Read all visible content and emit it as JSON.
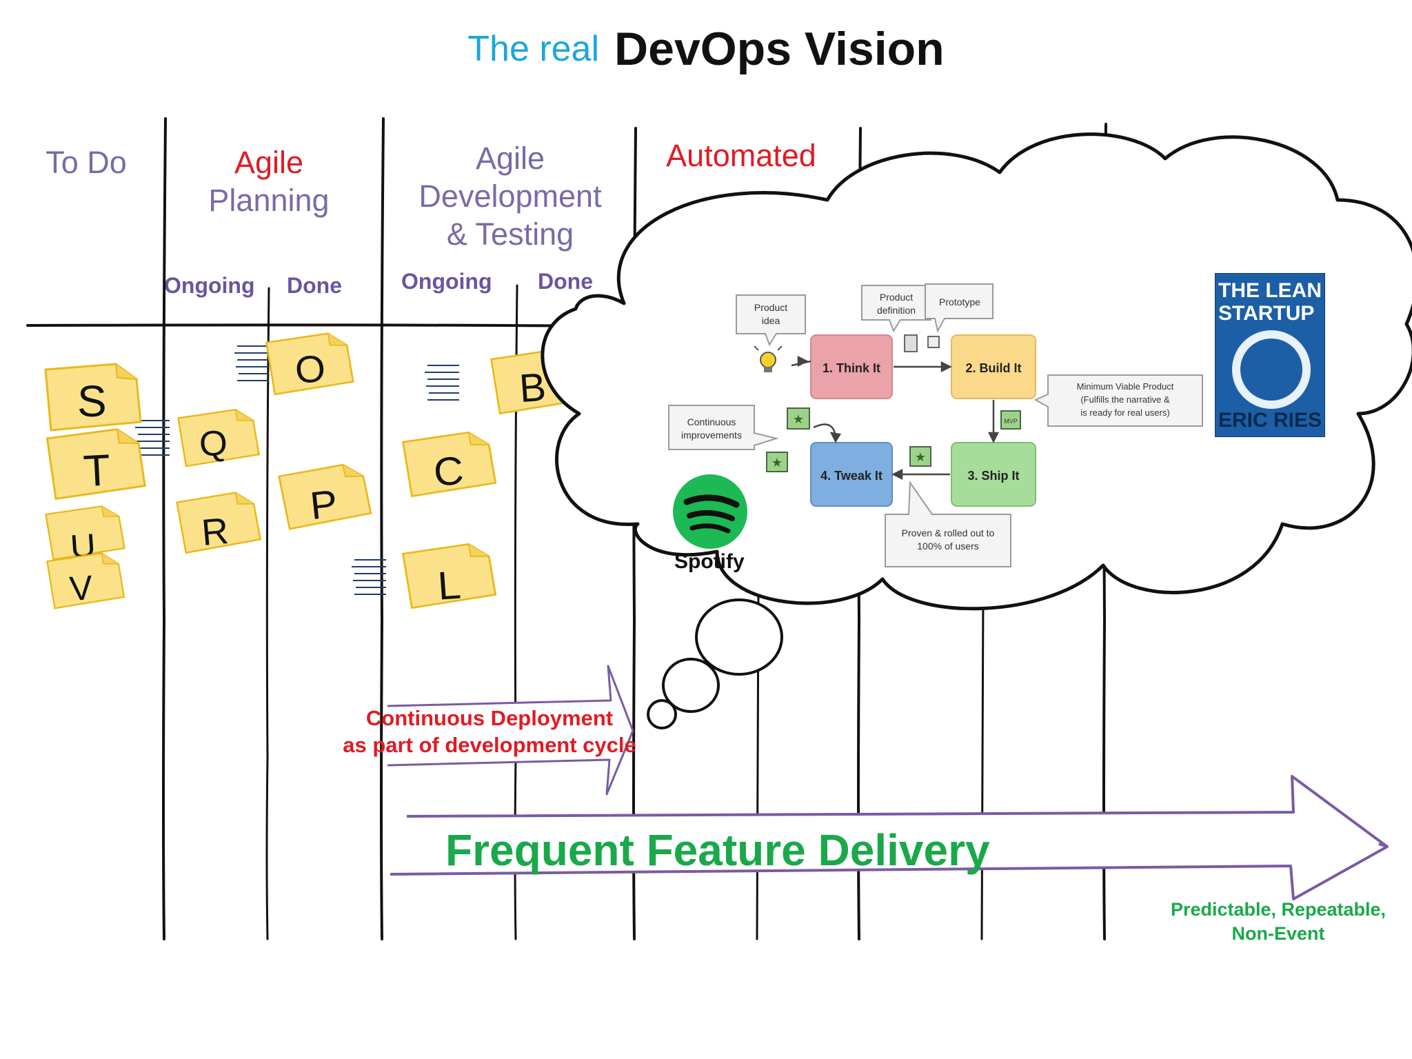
{
  "title": {
    "prefix": "The real",
    "main": "DevOps Vision"
  },
  "columns": [
    {
      "lines": [
        "To Do"
      ],
      "red_first": false
    },
    {
      "lines": [
        "Agile",
        "Planning"
      ],
      "red_first": true
    },
    {
      "lines": [
        "Agile",
        "Development",
        "& Testing"
      ],
      "red_first": false
    },
    {
      "lines": [
        "Automated"
      ],
      "red_first": true
    }
  ],
  "subheaders": {
    "planning_ongoing": "Ongoing",
    "planning_done": "Done",
    "dev_ongoing": "Ongoing",
    "dev_done": "Done"
  },
  "sticky_notes": {
    "todo": [
      "S",
      "T",
      "U",
      "V"
    ],
    "planning_ongoing": [
      "Q",
      "R"
    ],
    "planning_done": [
      "O",
      "P"
    ],
    "dev_ongoing": [
      "C",
      "L"
    ],
    "dev_done_partial": "B"
  },
  "arrows": {
    "continuous_deployment": [
      "Continuous Deployment",
      "as part of development cycle"
    ],
    "frequent_delivery": "Frequent Feature Delivery",
    "predictable": [
      "Predictable, Repeatable,",
      "Non-Event"
    ]
  },
  "cloud": {
    "lean_cycle": {
      "steps": [
        "1. Think It",
        "2. Build It",
        "3. Ship It",
        "4. Tweak It"
      ],
      "callouts": {
        "product_idea": [
          "Product",
          "idea"
        ],
        "product_definition": [
          "Product",
          "definition"
        ],
        "prototype": "Prototype",
        "mvp": [
          "Minimum Viable Product",
          "(Fulfills the narrative &",
          "is ready for real users)"
        ],
        "continuous": [
          "Continuous",
          "improvements"
        ],
        "proven": [
          "Proven & rolled out to",
          "100% of users"
        ],
        "mvp_box": "MVP"
      }
    },
    "book": {
      "title": [
        "THE LEAN",
        "STARTUP"
      ],
      "author": "ERIC RIES"
    },
    "spotify": "Spotify"
  },
  "colors": {
    "title_accent": "#1aa6de",
    "header_purple": "#7a6aa6",
    "header_red": "#e01b24",
    "green": "#1aa84a",
    "sticky_fill": "#fbe28a",
    "sticky_stroke": "#e8b91e",
    "arrow_purple": "#7a5aa6",
    "think": "#e9a3a9",
    "build": "#fbd98a",
    "ship": "#a7dd9b",
    "tweak": "#7faee0",
    "spotify_green": "#1db954"
  },
  "icons": [
    "lightbulb-icon",
    "document-icon",
    "cube-icon",
    "star-box-icon",
    "spotify-icon"
  ]
}
